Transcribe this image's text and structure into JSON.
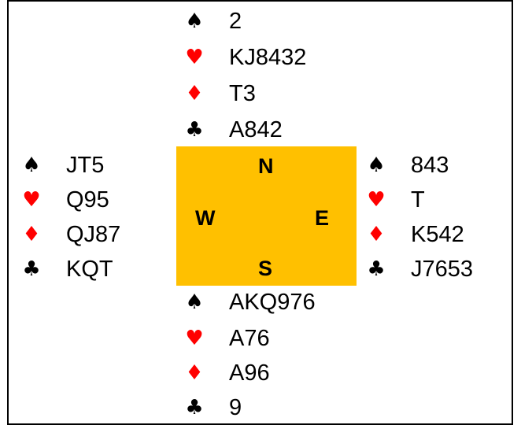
{
  "compass": {
    "bg_color": "#ffc000",
    "north": "N",
    "south": "S",
    "east": "E",
    "west": "W"
  },
  "hands": {
    "north": {
      "spades": "2",
      "hearts": "KJ8432",
      "diamonds": "T3",
      "clubs": "A842"
    },
    "west": {
      "spades": "JT5",
      "hearts": "Q95",
      "diamonds": "QJ87",
      "clubs": "KQT"
    },
    "east": {
      "spades": "843",
      "hearts": "T",
      "diamonds": "K542",
      "clubs": "J7653"
    },
    "south": {
      "spades": "AKQ976",
      "hearts": "A76",
      "diamonds": "A96",
      "clubs": "9"
    }
  },
  "suit_colors": {
    "black": "#000000",
    "red": "#ff0000"
  }
}
